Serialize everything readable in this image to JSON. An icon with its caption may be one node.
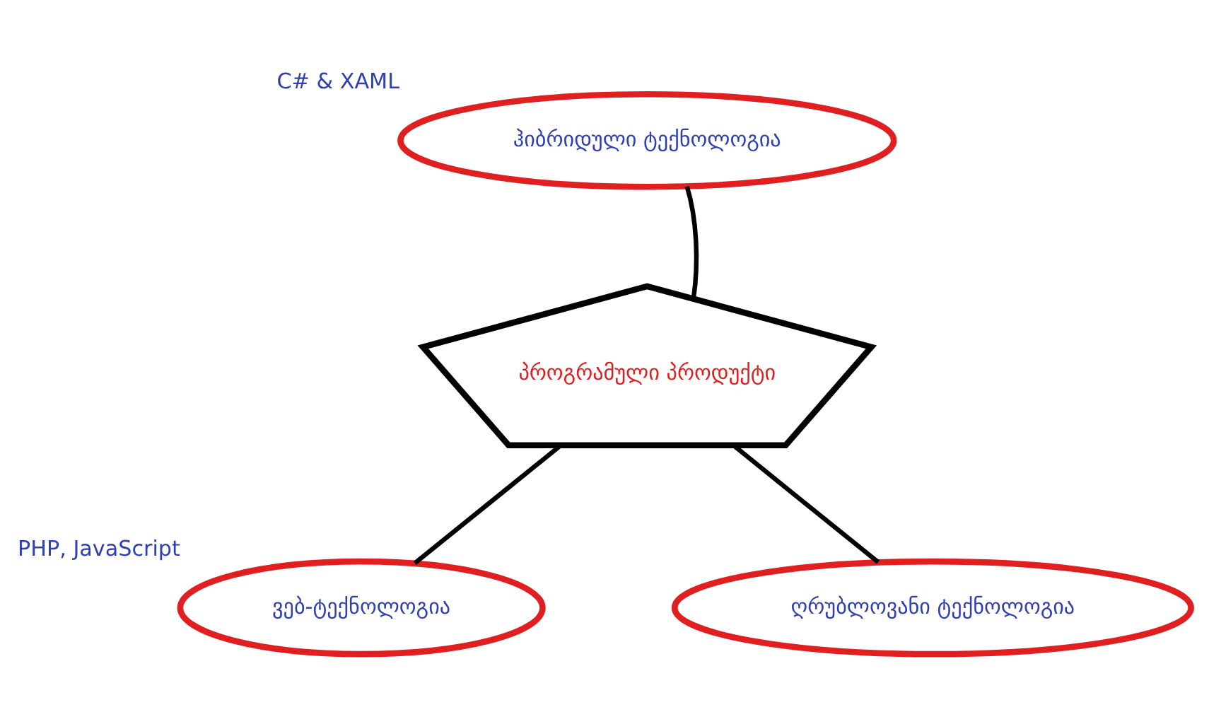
{
  "diagram": {
    "nodes": [
      {
        "text": [
          "ჰიბრიდული ტექნოლოგია"
        ],
        "beside": [
          "C# & XAML"
        ]
      },
      {
        "text": [
          "პროგრამული პროდუქტი"
        ]
      },
      {
        "text": [
          "ვებ-ტექნოლოგია"
        ],
        "beside": [
          "PHP, JavaScript"
        ]
      },
      {
        "text": [
          "ღრუბლოვანი ტექნოლოგია"
        ]
      }
    ],
    "edges": [
      {
        "from": 1,
        "to": 0,
        "arrow": "none"
      },
      {
        "from": 1,
        "to": 2,
        "arrow": "none"
      },
      {
        "from": 1,
        "to": 3,
        "arrow": "none"
      }
    ]
  }
}
